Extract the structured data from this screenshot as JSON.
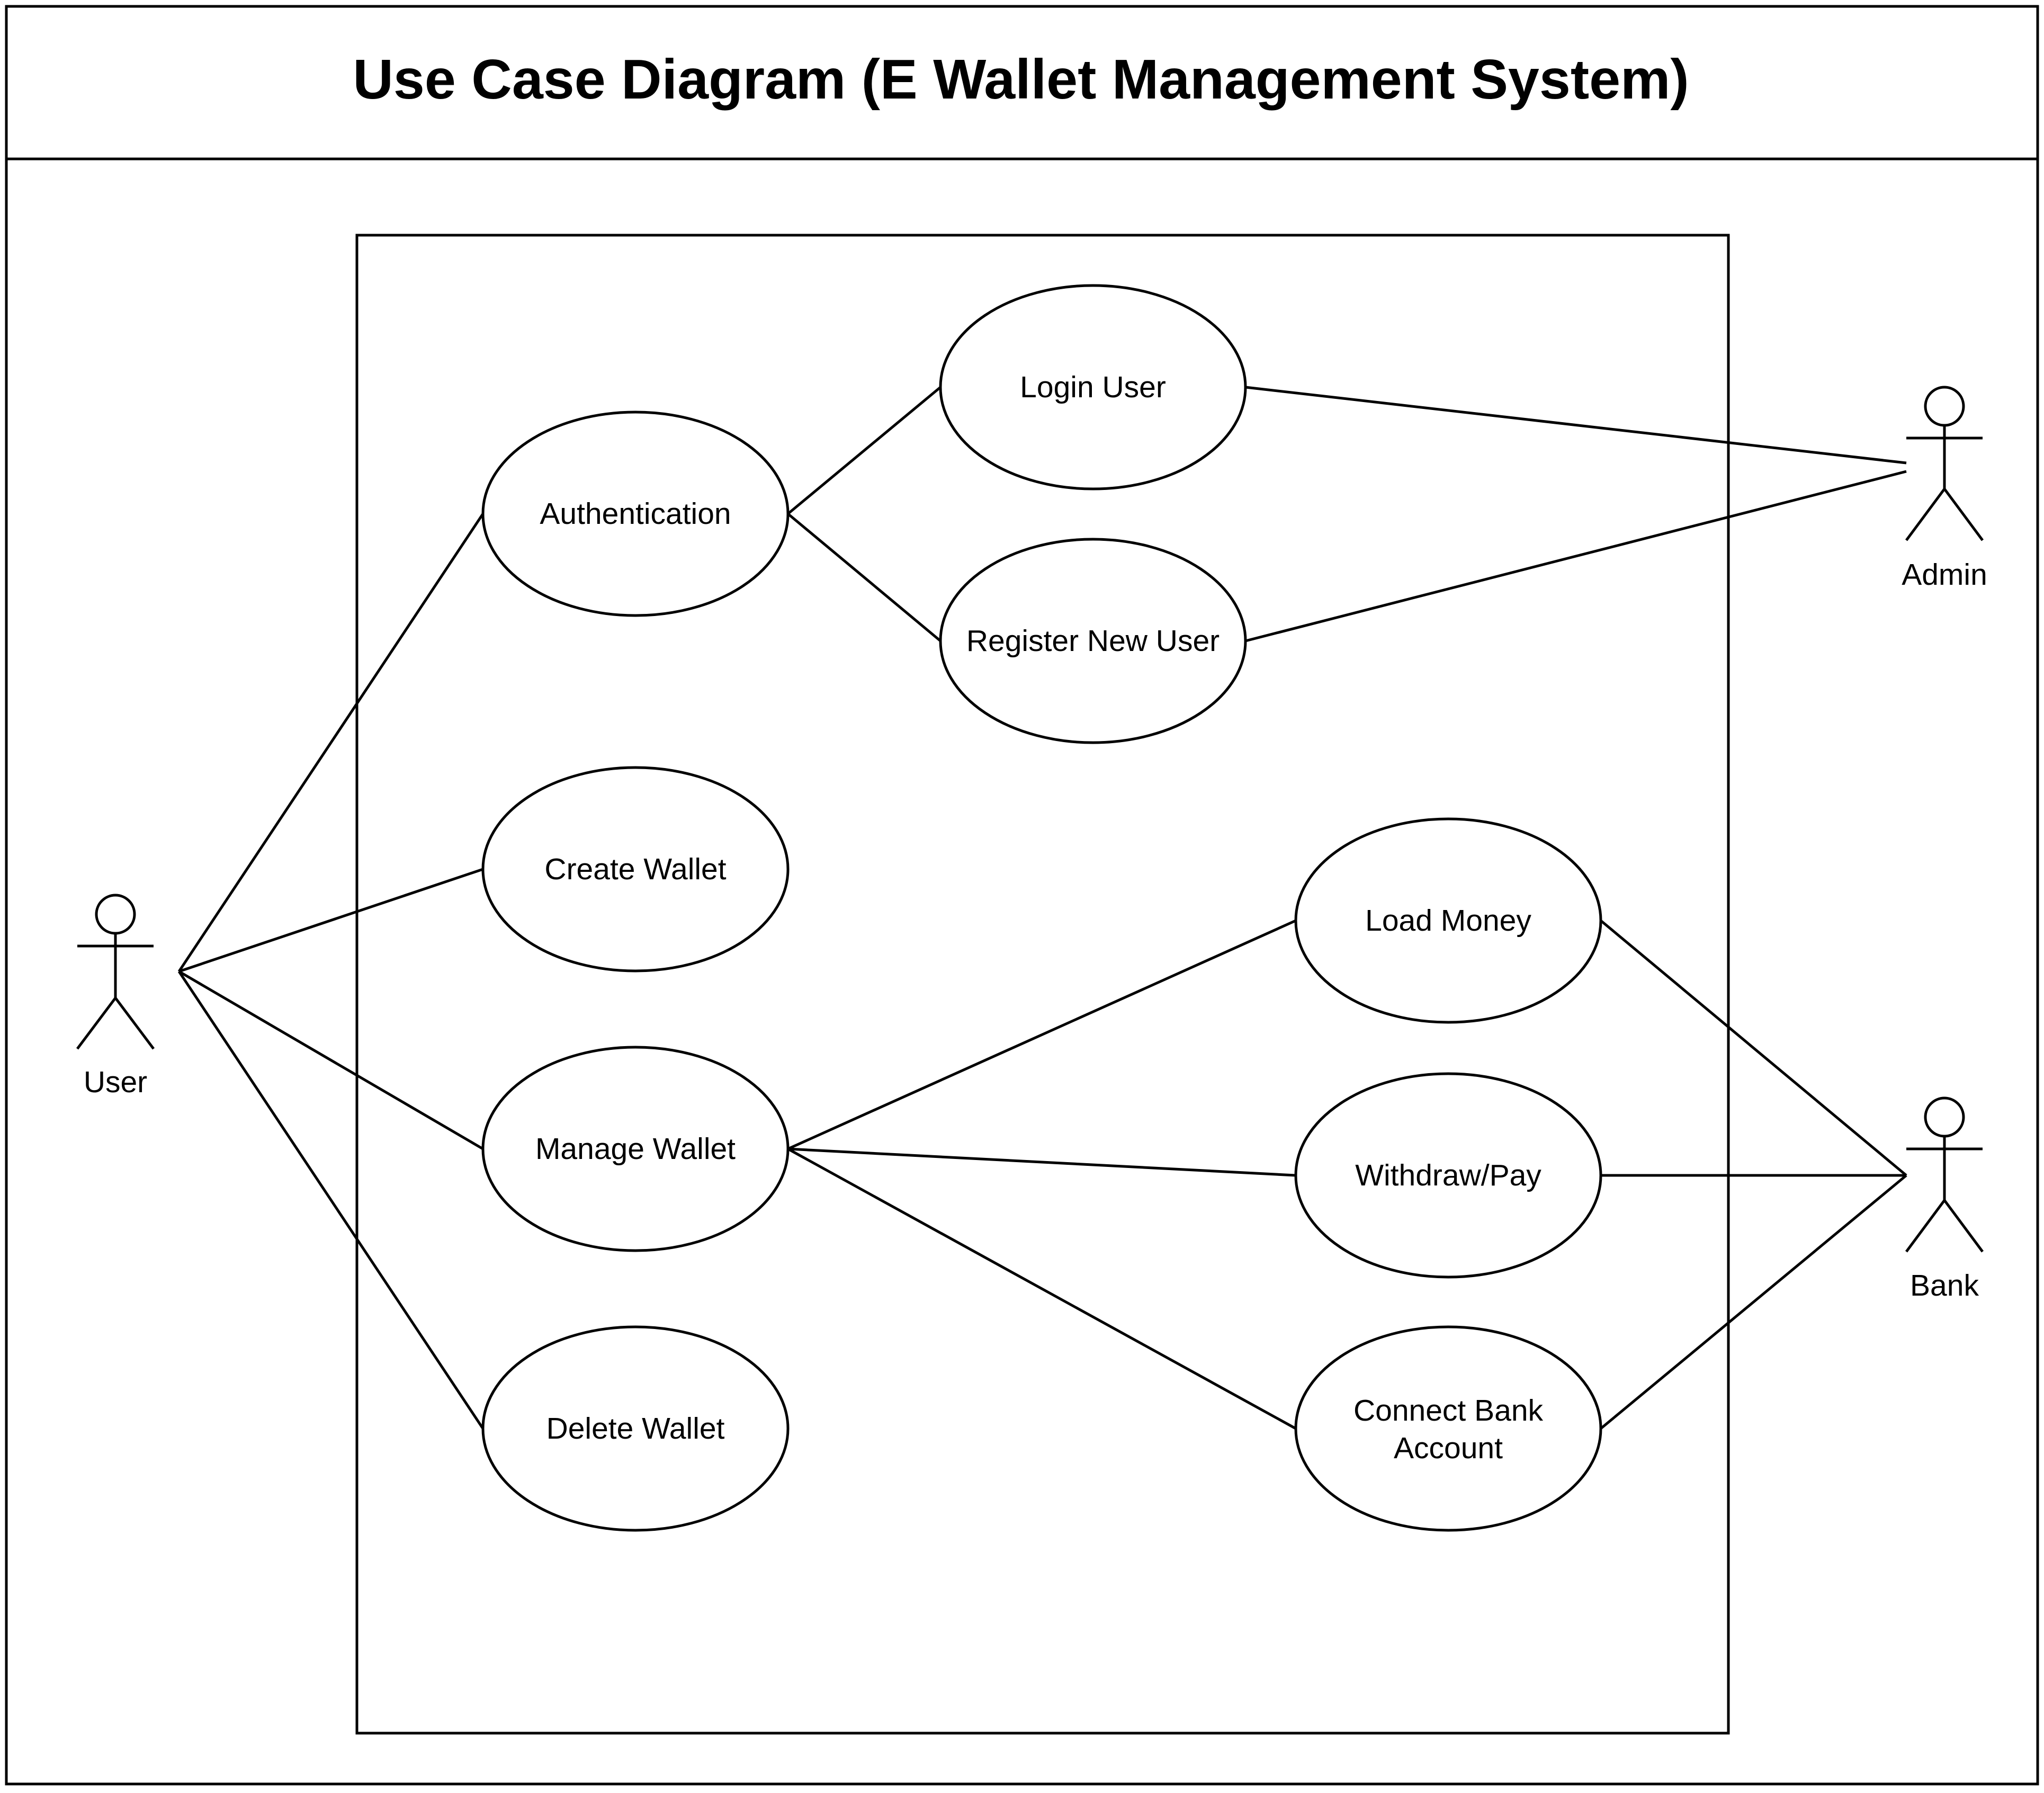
{
  "title": "Use Case Diagram (E Wallet Management System)",
  "actors": {
    "user": "User",
    "admin": "Admin",
    "bank": "Bank"
  },
  "use_cases": {
    "authentication": "Authentication",
    "login_user": "Login User",
    "register_new_user": "Register New User",
    "create_wallet": "Create Wallet",
    "manage_wallet": "Manage Wallet",
    "delete_wallet": "Delete Wallet",
    "load_money": "Load Money",
    "withdraw_pay": "Withdraw/Pay",
    "connect_bank_account": [
      "Connect Bank",
      "Account"
    ]
  },
  "associations": [
    [
      "user",
      "authentication"
    ],
    [
      "user",
      "create_wallet"
    ],
    [
      "user",
      "manage_wallet"
    ],
    [
      "user",
      "delete_wallet"
    ],
    [
      "authentication",
      "login_user"
    ],
    [
      "authentication",
      "register_new_user"
    ],
    [
      "admin",
      "login_user"
    ],
    [
      "admin",
      "register_new_user"
    ],
    [
      "manage_wallet",
      "load_money"
    ],
    [
      "manage_wallet",
      "withdraw_pay"
    ],
    [
      "manage_wallet",
      "connect_bank_account"
    ],
    [
      "bank",
      "load_money"
    ],
    [
      "bank",
      "withdraw_pay"
    ],
    [
      "bank",
      "connect_bank_account"
    ]
  ]
}
